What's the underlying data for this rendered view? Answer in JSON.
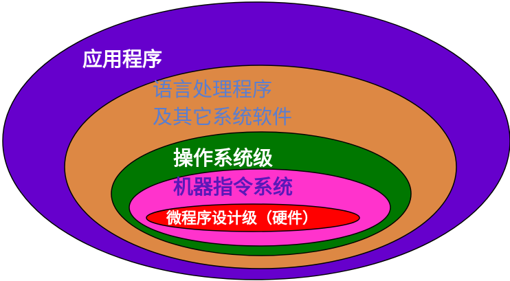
{
  "diagram": {
    "layers": [
      {
        "id": "application",
        "label": "应用程序",
        "fill": "#6600cc",
        "text_color": "#ffffff"
      },
      {
        "id": "language",
        "label_lines": [
          "语言处理程序",
          "及其它系统软件"
        ],
        "fill": "#dd8844",
        "text_color": "#5a7ed0"
      },
      {
        "id": "os",
        "label": "操作系统级",
        "fill": "#007700",
        "text_color": "#ffffff"
      },
      {
        "id": "machine",
        "label": "机器指令系统",
        "fill": "#ff33cc",
        "text_color": "#5a18b8"
      },
      {
        "id": "micro",
        "label": "微程序设计级（硬件）",
        "fill": "#ff0000",
        "text_color": "#ffffff"
      }
    ],
    "outline_color": "#000000"
  }
}
